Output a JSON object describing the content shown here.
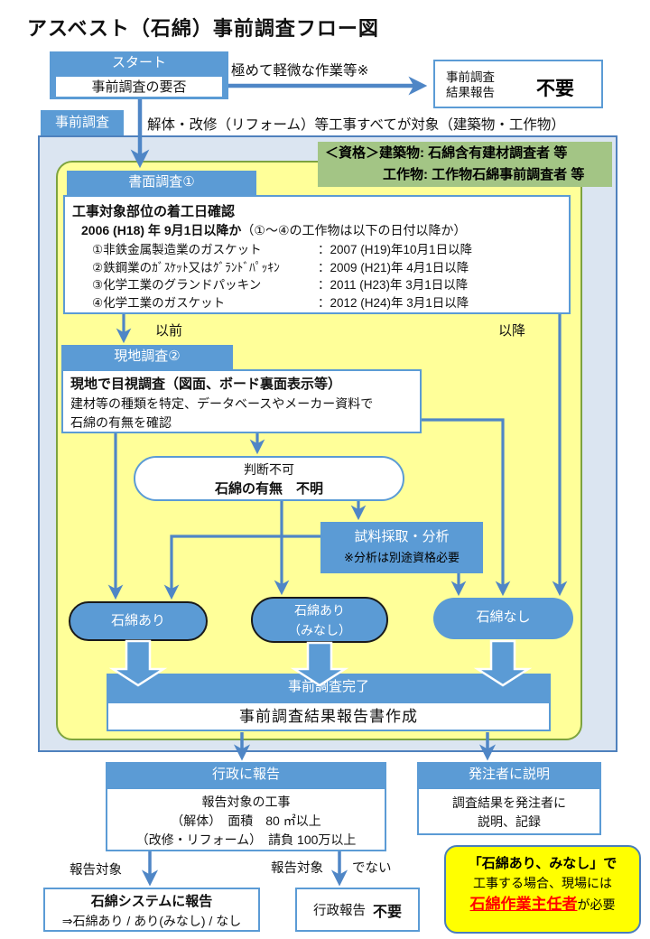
{
  "title": "アスベスト（石綿）事前調査フロー図",
  "colors": {
    "blue": "#5b9bd5",
    "line_blue": "#4f86c6",
    "container_bg": "#dbe5f1",
    "container_border": "#4f81bd",
    "yellow": "#ffff99",
    "yellow_border": "#7da33f",
    "green_note": "#a3c585",
    "alert_yellow": "#ffff00",
    "alert_red": "#ff0000"
  },
  "start": {
    "header": "スタート",
    "body": "事前調査の要否"
  },
  "minor_work_label": "極めて軽微な作業等※",
  "no_report_box": {
    "line1": "事前調査",
    "line2": "結果報告",
    "big": "不要"
  },
  "survey_tag": "事前調査",
  "scope_note": "解体・改修（リフォーム）等工事すべてが対象（建築物・工作物）",
  "qualification": {
    "line1": "＜資格＞建築物: 石綿含有建材調査者 等",
    "line2": "工作物: 工作物石綿事前調査者 等"
  },
  "document_survey": {
    "header": "書面調査①",
    "title": "工事対象部位の着工日確認",
    "subtitle_bold": "2006 (H18) 年 9月1日以降か",
    "subtitle_rest": "（①～④の工作物は以下の日付以降か）",
    "items": [
      {
        "label": "①非鉄金属製造業のガスケット",
        "date": "：2007 (H19)年10月1日以降"
      },
      {
        "label": "②鉄鋼業のｶﾞｽｹｯﾄ又はｸﾞﾗﾝﾄﾞﾊﾟｯｷﾝ",
        "date": "：2009 (H21)年 4月1日以降"
      },
      {
        "label": "③化学工業のグランドパッキン",
        "date": "：2011 (H23)年 3月1日以降"
      },
      {
        "label": "④化学工業のガスケット",
        "date": "：2012 (H24)年 3月1日以降"
      }
    ]
  },
  "branch_before": "以前",
  "branch_after": "以降",
  "site_survey": {
    "header": "現地調査②",
    "line1": "現地で目視調査（図面、ボード裏面表示等）",
    "line2": "建材等の種類を特定、データベースやメーカー資料で",
    "line3": "石綿の有無を確認"
  },
  "undetermined": {
    "line1": "判断不可",
    "line2": "石綿の有無　不明"
  },
  "sampling": {
    "line1": "試料採取・分析",
    "line2": "※分析は別途資格必要"
  },
  "results": {
    "ari": "石綿あり",
    "minashi_line1": "石綿あり",
    "minashi_line2": "（みなし）",
    "nashi": "石綿なし"
  },
  "completion": {
    "header": "事前調査完了",
    "body": "事前調査結果報告書作成"
  },
  "report_admin": {
    "header": "行政に報告",
    "line1": "報告対象の工事",
    "line2": "（解体）　面積　80 ㎡以上",
    "line3": "（改修・リフォーム）　請負 100万以上"
  },
  "explain_owner": {
    "header": "発注者に説明",
    "line1": "調査結果を発注者に",
    "line2": "説明、記録"
  },
  "bottom": {
    "target_label": "報告対象",
    "not_target_label1": "報告対象",
    "not_target_label2": "でない",
    "system_box_line1": "石綿システムに報告",
    "system_box_line2": "⇒石綿あり / あり(みなし) / なし",
    "no_admin_text": "行政報告",
    "no_admin_bold": "不要"
  },
  "note": {
    "line1": "「石綿あり、みなし」で",
    "line2": "工事する場合、現場には",
    "line3_red": "石綿作業主任者",
    "line3_rest": "が必要"
  }
}
